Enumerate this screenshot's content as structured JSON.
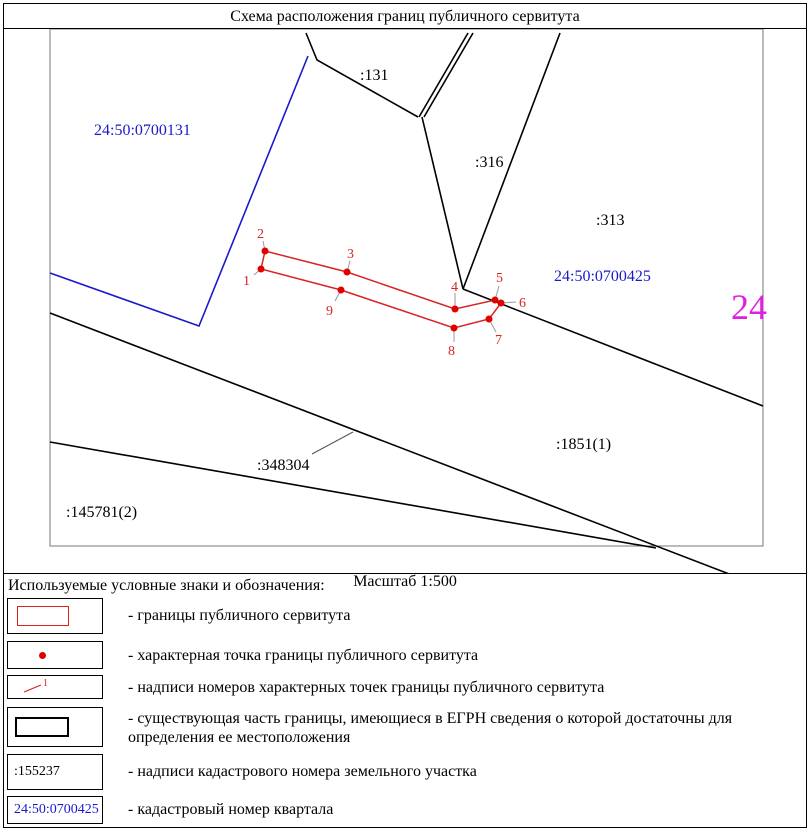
{
  "title": "Схема расположения границ публичного сервитута",
  "scale": "Масштаб 1:500",
  "colors": {
    "servitude": "#d92323",
    "point": "#e10000",
    "quarter": "#1a1acc",
    "pink": "#e020e0"
  },
  "map": {
    "quarter_labels": [
      "24:50:0700131",
      "24:50:0700425",
      "24"
    ],
    "parcel_labels": [
      ":131",
      ":316",
      ":313",
      ":348304",
      ":1851(1)",
      ":145781(2)"
    ],
    "point_labels": [
      "1",
      "2",
      "3",
      "4",
      "5",
      "6",
      "7",
      "8",
      "9"
    ]
  },
  "legend": {
    "title": "Используемые условные знаки и обозначения:",
    "items": [
      {
        "text": "- границы публичного сервитута"
      },
      {
        "text": "- характерная точка границы публичного сервитута"
      },
      {
        "text": "- надписи номеров характерных точек границы публичного сервитута",
        "sample": "1"
      },
      {
        "text": "- существующая часть границы, имеющиеся в ЕГРН сведения о которой достаточны для определения ее местоположения"
      },
      {
        "text": "- надписи кадастрового номера земельного участка",
        "sample": ":155237"
      },
      {
        "text": "- кадастровый номер квартала",
        "sample": "24:50:0700425"
      }
    ]
  }
}
